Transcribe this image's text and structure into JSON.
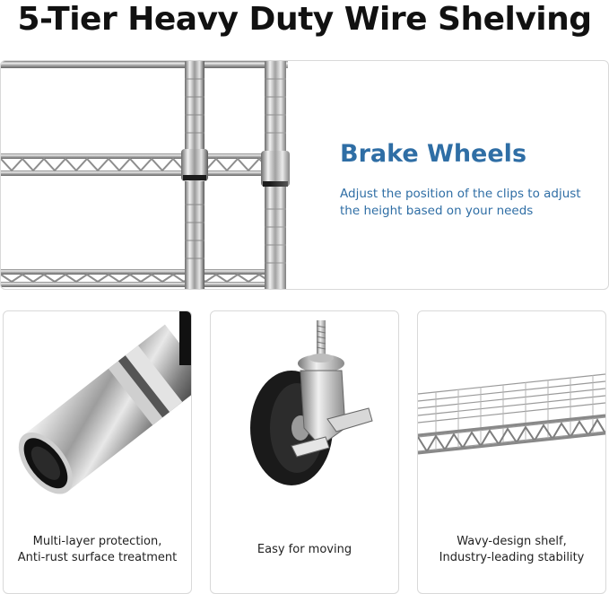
{
  "title": "5-Tier Heavy Duty Wire Shelving",
  "banner": {
    "heading": "Brake Wheels",
    "description_line1": "Adjust the position of the clips to adjust",
    "description_line2": "the height based on your needs"
  },
  "cards": [
    {
      "caption_line1": "Multi-layer protection,",
      "caption_line2": "Anti-rust surface treatment"
    },
    {
      "caption_line1": "Easy for moving",
      "caption_line2": ""
    },
    {
      "caption_line1": "Wavy-design shelf,",
      "caption_line2": "Industry-leading stability"
    }
  ],
  "colors": {
    "accent_blue": "#2f6ea5",
    "chrome": "#c8c8c8",
    "wheel_black": "#1a1a1a",
    "border_gray": "#d9d9d9"
  }
}
